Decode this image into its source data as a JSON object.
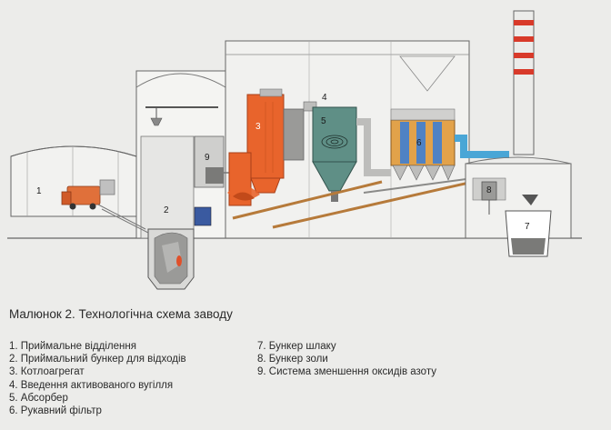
{
  "figure": {
    "caption": "Малюнок 2. Технологічна схема заводу",
    "marker_labels": [
      "1",
      "2",
      "3",
      "4",
      "5",
      "6",
      "7",
      "8",
      "9"
    ],
    "legend_col1": [
      "1. Приймальне відділення",
      "2. Приймальний бункер для відходів",
      "3. Котлоагрегат",
      "4. Введення активованого вугілля",
      "5. Абсорбер",
      "6. Рукавний фільтр"
    ],
    "legend_col2": [
      "7. Бункер шлаку",
      "8. Бункер золи",
      "9. Система зменшення оксидів азоту"
    ]
  },
  "colors": {
    "boiler": "#e8642c",
    "absorber": "#5f8f86",
    "filter_blue": "#4f82c4",
    "filter_orange": "#e2a24a",
    "duct_blue": "#4aa6d6",
    "chimney_red": "#d83a2a",
    "truck_orange": "#e0703a",
    "structure": "#6a6a6a"
  }
}
